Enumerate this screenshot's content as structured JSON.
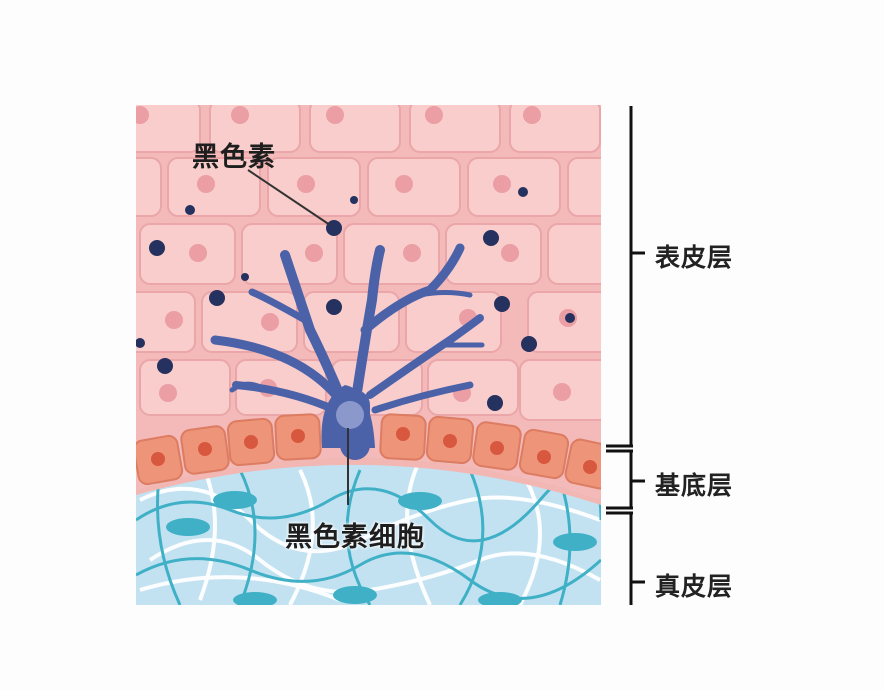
{
  "diagram": {
    "title": "",
    "annotations": {
      "melanin": "黑色素",
      "melanocyte": "黑色素细胞"
    },
    "layers": [
      {
        "id": "epidermis",
        "label": "表皮层",
        "color": "#f7c3c3"
      },
      {
        "id": "basal",
        "label": "基底层",
        "color": "#ec8f74"
      },
      {
        "id": "dermis",
        "label": "真皮层",
        "color": "#bfe2f0"
      }
    ],
    "colors": {
      "background": "#fdfdfd",
      "epidermis_bg": "#f4b9b9",
      "epidermis_cell": "#f8cccb",
      "epidermis_nucleus": "#eb9ea4",
      "basal_cell": "#ee9478",
      "basal_nucleus": "#d8583f",
      "melanocyte": "#4b62a8",
      "melanocyte_nucleus": "#8b98cc",
      "melanin_dot": "#25315e",
      "dermis_bg": "#c3e2f1",
      "dermis_fiber": "#3fb0c6",
      "dermis_fiber_white": "#ffffff",
      "bracket": "#111111",
      "text": "#1e1e1e"
    }
  }
}
